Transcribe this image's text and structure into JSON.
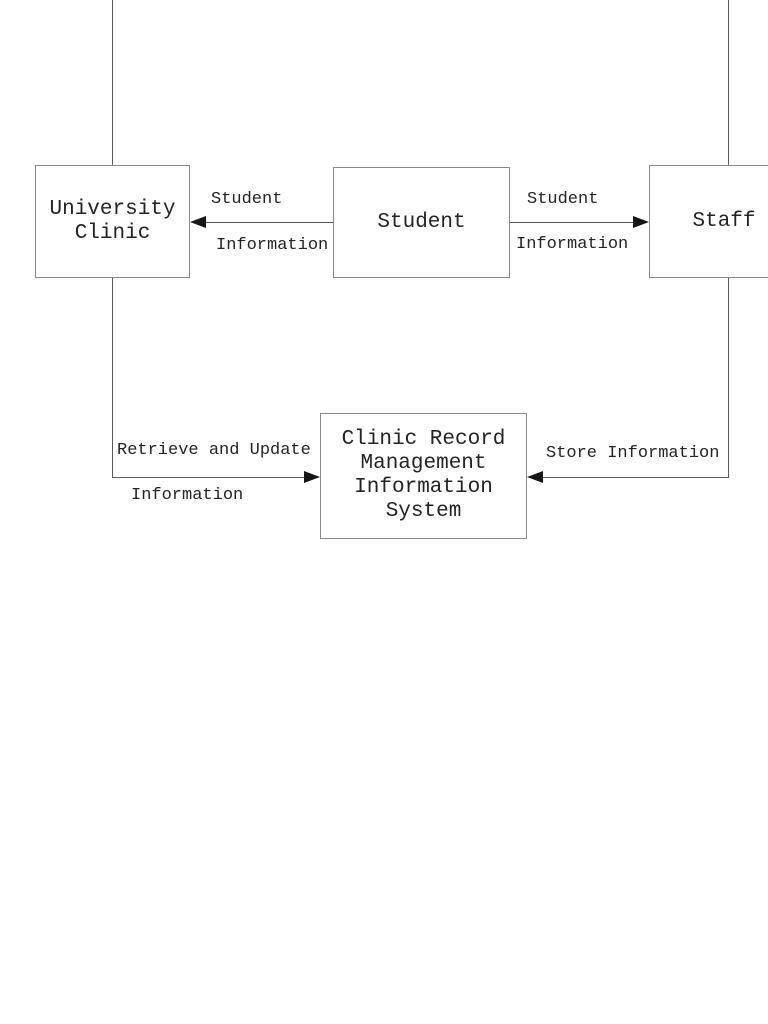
{
  "diagram": {
    "type": "data-flow-diagram",
    "nodes": {
      "university_clinic": {
        "label": "University Clinic"
      },
      "student": {
        "label": "Student"
      },
      "staff": {
        "label": "Staff"
      },
      "system": {
        "label": "Clinic Record Management Information System"
      }
    },
    "edges": {
      "student_to_clinic": {
        "line1": "Student",
        "line2": "Information",
        "direction": "left"
      },
      "student_to_staff": {
        "line1": "Student",
        "line2": "Information",
        "direction": "right"
      },
      "clinic_to_system": {
        "line1": "Retrieve and Update",
        "line2": "Information",
        "direction": "right"
      },
      "staff_to_system": {
        "line1": "Store Information",
        "direction": "left"
      }
    },
    "colors": {
      "node_border": "#8a8a8a",
      "connector": "#595959",
      "arrowhead": "#161616",
      "text": "#242424",
      "background": "#ffffff"
    }
  }
}
